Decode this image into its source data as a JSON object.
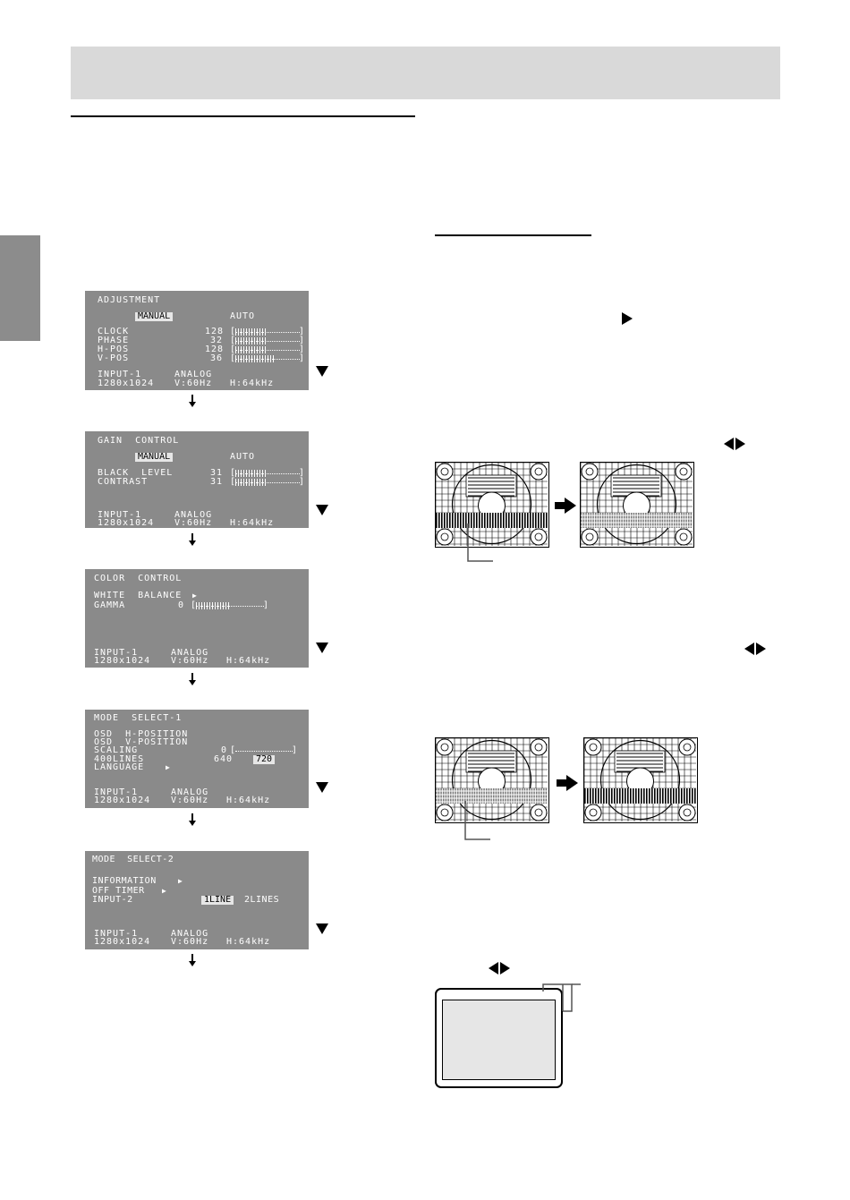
{
  "adjustment_menu": {
    "title": "ADJUSTMENT",
    "option_manual": "MANUAL",
    "option_auto": "AUTO",
    "rows": [
      {
        "label": "CLOCK",
        "value": "128",
        "level": 0.5
      },
      {
        "label": "PHASE",
        "value": "32",
        "level": 0.5
      },
      {
        "label": "H-POS",
        "value": "128",
        "level": 0.5
      },
      {
        "label": "V-POS",
        "value": "36",
        "level": 0.6
      }
    ],
    "input_label": "INPUT-1",
    "signal_type": "ANALOG",
    "resolution": "1280x1024",
    "v_freq": "V:60Hz",
    "h_freq": "H:64kHz"
  },
  "gain_menu": {
    "title": "GAIN  CONTROL",
    "option_manual": "MANUAL",
    "option_auto": "AUTO",
    "rows": [
      {
        "label": "BLACK  LEVEL",
        "value": "31",
        "level": 0.5
      },
      {
        "label": "CONTRAST",
        "value": "31",
        "level": 0.5
      }
    ],
    "input_label": "INPUT-1",
    "signal_type": "ANALOG",
    "resolution": "1280x1024",
    "v_freq": "V:60Hz",
    "h_freq": "H:64kHz"
  },
  "color_menu": {
    "title": "COLOR  CONTROL",
    "white_balance": "WHITE  BALANCE",
    "gamma_label": "GAMMA",
    "gamma_value": "0",
    "gamma_level": 0.5,
    "input_label": "INPUT-1",
    "signal_type": "ANALOG",
    "resolution": "1280x1024",
    "v_freq": "V:60Hz",
    "h_freq": "H:64kHz"
  },
  "mode1_menu": {
    "title": "MODE  SELECT-1",
    "osd_h": "OSD  H-POSITION",
    "osd_v": "OSD  V-POSITION",
    "scaling_label": "SCALING",
    "scaling_value": "0",
    "scaling_level": 0.0,
    "lines_label": "400LINES",
    "lines_opt1": "640",
    "lines_opt2": "720",
    "language": "LANGUAGE",
    "input_label": "INPUT-1",
    "signal_type": "ANALOG",
    "resolution": "1280x1024",
    "v_freq": "V:60Hz",
    "h_freq": "H:64kHz"
  },
  "mode2_menu": {
    "title": "MODE  SELECT-2",
    "information": "INFORMATION",
    "off_timer": "OFF TIMER",
    "input2_label": "INPUT-2",
    "opt_1line": "1LINE",
    "opt_2lines": "2LINES",
    "input_label": "INPUT-1",
    "signal_type": "ANALOG",
    "resolution": "1280x1024",
    "v_freq": "V:60Hz",
    "h_freq": "H:64kHz"
  },
  "colors": {
    "osd_bg": "#8a8a8a",
    "osd_text": "#ffffff",
    "header_band": "#d9d9d9",
    "side_tab": "#8c8c8c"
  },
  "icons": {
    "down_triangle": "down-triangle-icon",
    "down_arrow": "down-arrow-icon",
    "right_triangle": "right-triangle-icon",
    "left_right": "left-right-triangle-icon",
    "big_right_arrow": "right-arrow-icon"
  }
}
